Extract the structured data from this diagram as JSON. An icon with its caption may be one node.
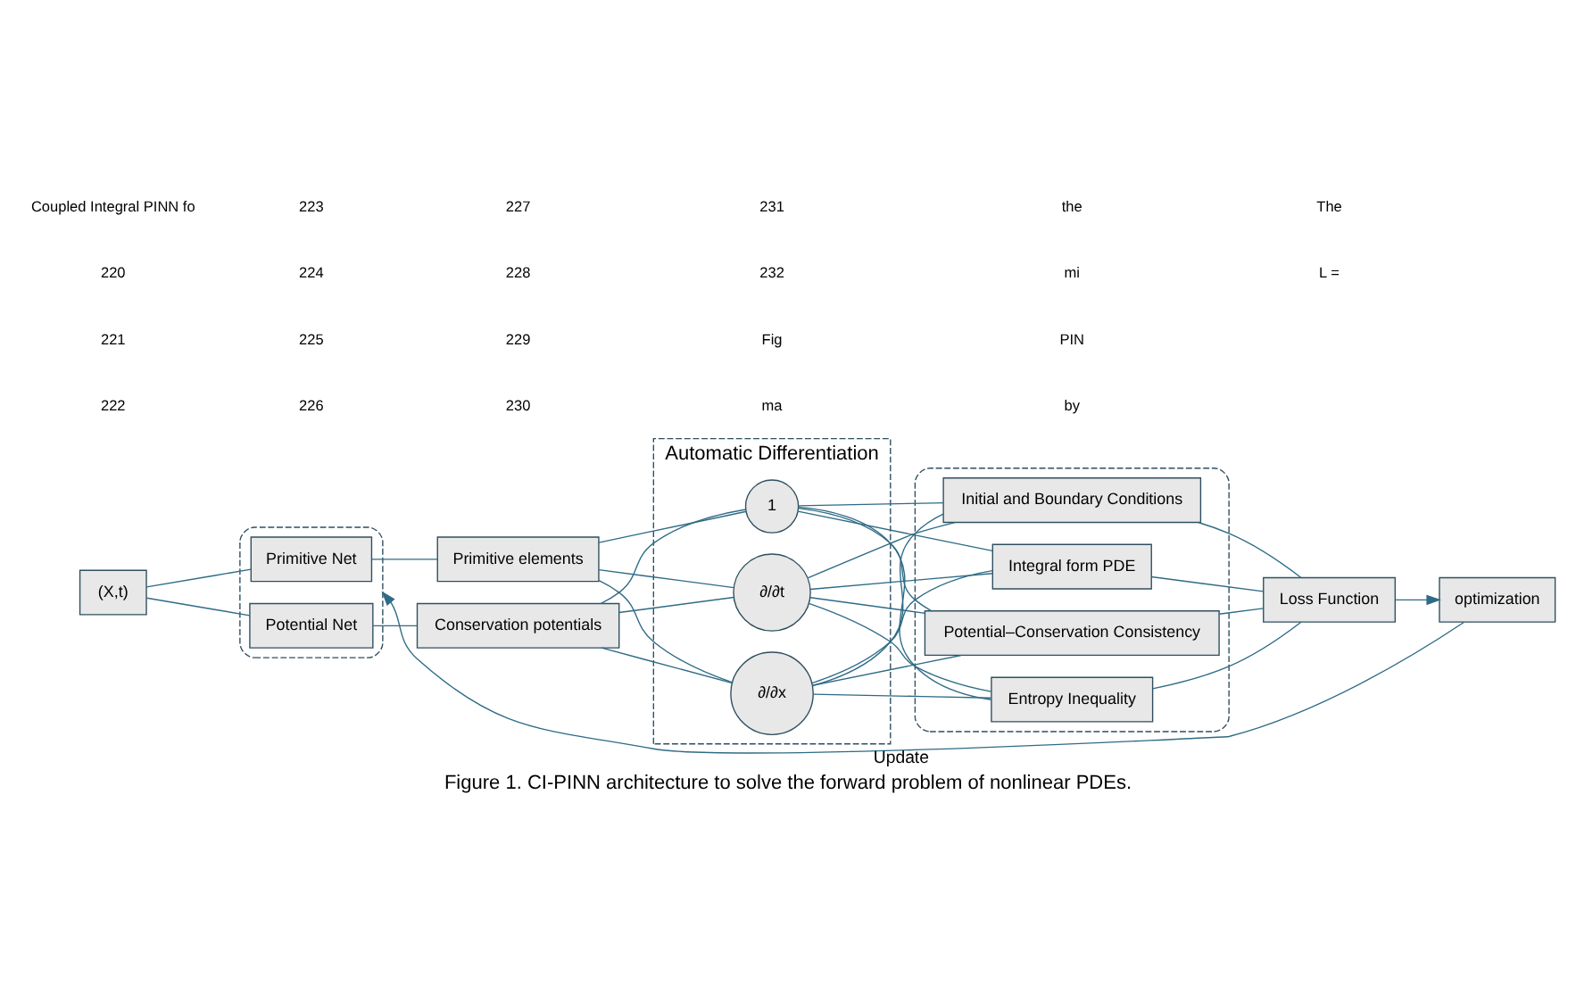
{
  "diagram": {
    "caption": "Figure 1. CI-PINN architecture to solve the forward problem of nonlinear PDEs.",
    "nodes": [
      {
        "text": [
          "(X,t)"
        ]
      },
      {
        "text": [],
        "shape": "box"
      },
      {
        "text": [
          "Primitive Net"
        ],
        "in": 1
      },
      {
        "text": [
          "Potential Net"
        ],
        "in": 1
      },
      {
        "text": [
          "Primitive elements"
        ]
      },
      {
        "text": [
          "Conservation potentials"
        ]
      },
      {
        "text": [
          "Automatic Differentiation"
        ]
      },
      {
        "text": [
          "1"
        ],
        "in": 6
      },
      {
        "text": [
          "∂/∂t"
        ],
        "in": 6
      },
      {
        "text": [
          "∂/∂x"
        ],
        "in": 6
      },
      {
        "text": [],
        "shape": "box"
      },
      {
        "text": [
          "Initial and Boundary Conditions"
        ],
        "in": 10
      },
      {
        "text": [
          "Integral form PDE"
        ],
        "in": 10
      },
      {
        "text": [
          "Potential–Conservation Consistency"
        ],
        "in": 10
      },
      {
        "text": [
          "Entropy Inequality"
        ],
        "in": 10
      },
      {
        "text": [
          "Loss Function"
        ]
      },
      {
        "text": [
          "optimization"
        ]
      }
    ],
    "edges": [
      {
        "from": 0,
        "to": 2,
        "arrow": "none"
      },
      {
        "from": 0,
        "to": 3,
        "arrow": "none"
      },
      {
        "from": 2,
        "to": 4,
        "arrow": "none"
      },
      {
        "from": 3,
        "to": 5,
        "arrow": "none"
      },
      {
        "from": 4,
        "to": 7,
        "arrow": "none"
      },
      {
        "from": 4,
        "to": 8,
        "arrow": "none"
      },
      {
        "from": 4,
        "to": 9,
        "arrow": "none"
      },
      {
        "from": 5,
        "to": 7,
        "arrow": "none"
      },
      {
        "from": 5,
        "to": 8,
        "arrow": "none"
      },
      {
        "from": 5,
        "to": 9,
        "arrow": "none"
      },
      {
        "from": 7,
        "to": 11,
        "arrow": "none"
      },
      {
        "from": 7,
        "to": 12,
        "arrow": "none"
      },
      {
        "from": 7,
        "to": 13,
        "arrow": "none"
      },
      {
        "from": 7,
        "to": 14,
        "arrow": "none"
      },
      {
        "from": 8,
        "to": 11,
        "arrow": "none"
      },
      {
        "from": 8,
        "to": 12,
        "arrow": "none"
      },
      {
        "from": 8,
        "to": 13,
        "arrow": "none"
      },
      {
        "from": 8,
        "to": 14,
        "arrow": "none"
      },
      {
        "from": 9,
        "to": 11,
        "arrow": "none"
      },
      {
        "from": 9,
        "to": 12,
        "arrow": "none"
      },
      {
        "from": 9,
        "to": 13,
        "arrow": "none"
      },
      {
        "from": 9,
        "to": 14,
        "arrow": "none"
      },
      {
        "from": 11,
        "to": 15,
        "arrow": "none"
      },
      {
        "from": 12,
        "to": 15,
        "arrow": "none"
      },
      {
        "from": 13,
        "to": 15,
        "arrow": "none"
      },
      {
        "from": 14,
        "to": 15,
        "arrow": "none"
      },
      {
        "from": 15,
        "to": 16,
        "arrow": "to"
      },
      {
        "from": 16,
        "to": 1,
        "arrow": "to",
        "label": "Update"
      }
    ],
    "labels": [
      "Coupled Integral PINN fo",
      "220",
      "221",
      "222",
      "223",
      "224",
      "225",
      "226",
      "227",
      "228",
      "229",
      "230",
      "231",
      "232",
      "Fig",
      "ma",
      "the",
      "mi",
      "PIN",
      "by",
      "The",
      "L ="
    ]
  }
}
